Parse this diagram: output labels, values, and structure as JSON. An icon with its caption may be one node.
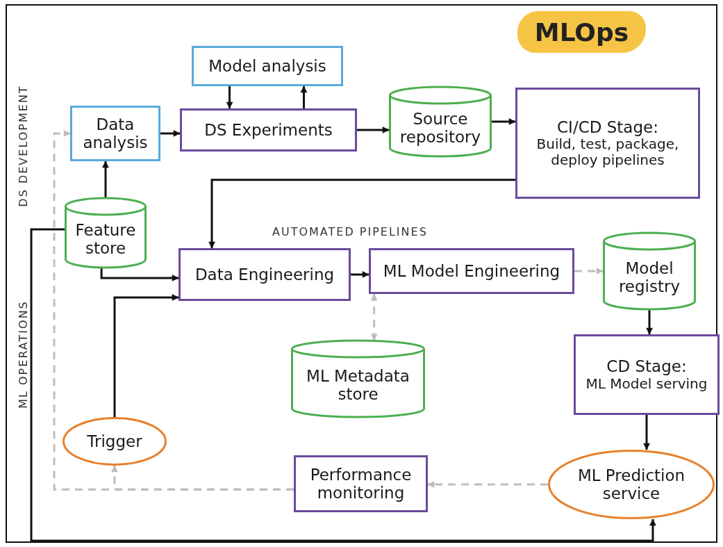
{
  "diagram": {
    "title": "MLOps",
    "nodes": [
      {
        "text": [
          "Model analysis"
        ]
      },
      {
        "text": [
          "Data analysis"
        ]
      },
      {
        "text": [
          "DS Experiments"
        ]
      },
      {
        "text": [
          "Source repository"
        ]
      },
      {
        "text": [
          "CI/CD Stage:",
          "Build, test, package, deploy pipelines"
        ]
      },
      {
        "text": [
          "Feature store"
        ]
      },
      {
        "text": [
          "Data Engineering"
        ]
      },
      {
        "text": [
          "ML Model Engineering"
        ]
      },
      {
        "text": [
          "Model registry"
        ]
      },
      {
        "text": [
          "ML Metadata store"
        ]
      },
      {
        "text": [
          "CD Stage:",
          "ML Model serving"
        ]
      },
      {
        "text": [
          "Trigger"
        ]
      },
      {
        "text": [
          "Performance monitoring"
        ]
      },
      {
        "text": [
          "ML Prediction service"
        ]
      }
    ],
    "edges": [
      {
        "from": 1,
        "to": 2,
        "arrow": "to"
      },
      {
        "from": 0,
        "to": 2,
        "arrow": "to"
      },
      {
        "from": 2,
        "to": 0,
        "arrow": "to"
      },
      {
        "from": 2,
        "to": 3,
        "arrow": "to"
      },
      {
        "from": 3,
        "to": 4,
        "arrow": "to"
      },
      {
        "from": 4,
        "to": 6,
        "arrow": "to"
      },
      {
        "from": 5,
        "to": 1,
        "arrow": "to"
      },
      {
        "from": 5,
        "to": 6,
        "arrow": "to"
      },
      {
        "from": 11,
        "to": 6,
        "arrow": "to"
      },
      {
        "from": 6,
        "to": 7,
        "arrow": "to"
      },
      {
        "from": 7,
        "to": 8,
        "arrow": "to",
        "style": "dashed",
        "color": "#bdbdbd"
      },
      {
        "from": 9,
        "to": 7,
        "arrow": "both",
        "style": "dashed",
        "color": "#bdbdbd"
      },
      {
        "from": 8,
        "to": 10,
        "arrow": "to"
      },
      {
        "from": 10,
        "to": 13,
        "arrow": "to"
      },
      {
        "from": 13,
        "to": 12,
        "arrow": "to",
        "style": "dashed",
        "color": "#bdbdbd"
      },
      {
        "from": 12,
        "to": 11,
        "arrow": "to",
        "style": "dashed",
        "color": "#bdbdbd"
      },
      {
        "from": 12,
        "to": 1,
        "arrow": "to",
        "style": "dashed",
        "color": "#bdbdbd"
      },
      {
        "from": 5,
        "to": 13,
        "arrow": "to"
      }
    ],
    "labels": [
      "DS DEVELOPMENT",
      "AUTOMATED PIPELINES",
      "ML OPERATIONS"
    ]
  }
}
